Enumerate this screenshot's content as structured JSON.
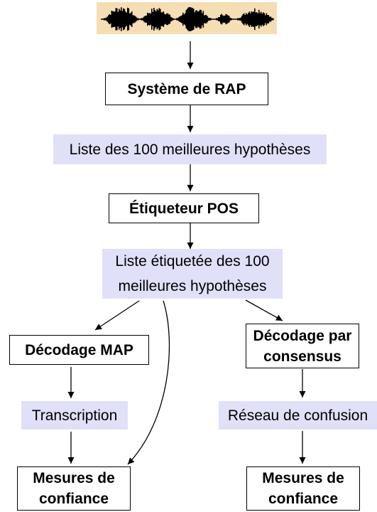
{
  "nodes": {
    "asr_system": "Système de RAP",
    "nbest_list": "Liste des 100 meilleures hypothèses",
    "pos_tagger": "Étiqueteur POS",
    "tagged_list_line1": "Liste étiquetée des 100",
    "tagged_list_line2": "meilleures hypothèses",
    "map_decoding": "Décodage MAP",
    "consensus_line1": "Décodage par",
    "consensus_line2": "consensus",
    "transcription": "Transcription",
    "confusion_network": "Réseau de confusion",
    "confidence_left_line1": "Mesures de",
    "confidence_left_line2": "confiance",
    "confidence_right_line1": "Mesures de",
    "confidence_right_line2": "confiance"
  },
  "colors": {
    "label_fill": "#e0e0f8",
    "waveform_background": "#f5deb3",
    "waveform": "#000000"
  }
}
